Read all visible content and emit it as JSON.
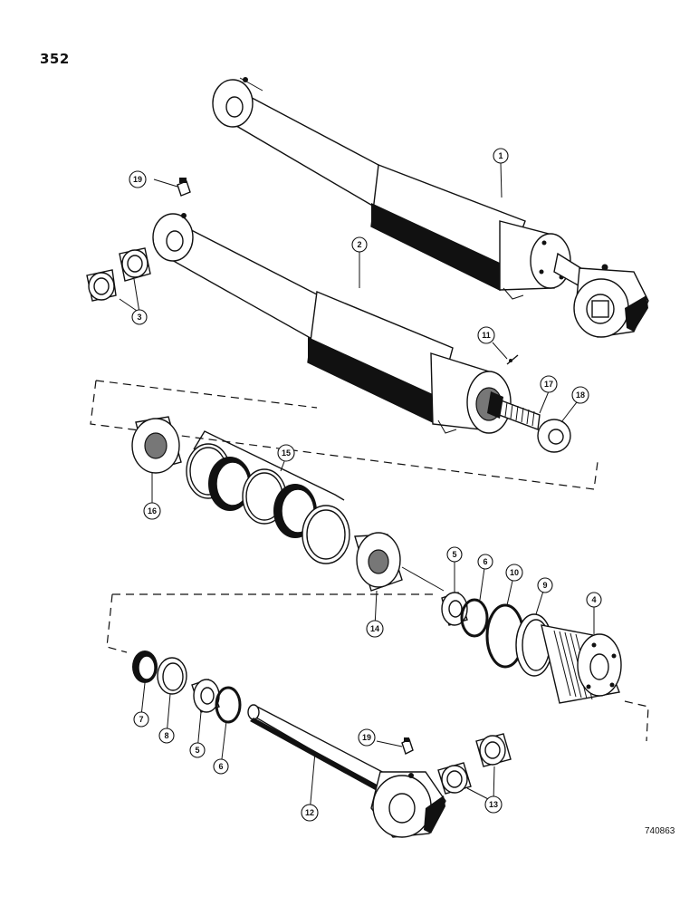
{
  "page_number": "352",
  "figure_code": "740863",
  "callouts": {
    "c1": "1",
    "c2": "2",
    "c3": "3",
    "c4": "4",
    "c5a": "5",
    "c5b": "5",
    "c6a": "6",
    "c6b": "6",
    "c7": "7",
    "c8": "8",
    "c9": "9",
    "c10": "10",
    "c11": "11",
    "c12": "12",
    "c13": "13",
    "c14": "14",
    "c15": "15",
    "c16": "16",
    "c17": "17",
    "c18": "18",
    "c19a": "19",
    "c19b": "19"
  }
}
